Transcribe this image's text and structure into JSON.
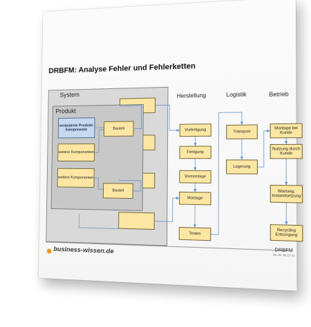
{
  "title": "DRBFM: Analyse Fehler und Fehlerketten",
  "system_label": "System",
  "produkt_label": "Produkt",
  "components": {
    "changed": "veränderte Produkt-komponente",
    "other1": "weitere Komponenten",
    "other2": "weitere Komponenten",
    "bauteil1": "Bauteil",
    "bauteil2": "Bauteil"
  },
  "columns": {
    "herstellung": "Herstellung",
    "logistik": "Logistik",
    "betrieb": "Betrieb"
  },
  "herstellung_steps": [
    "Vorfertigung",
    "Fertigung",
    "Vormontage",
    "Montage",
    "Testen"
  ],
  "logistik_steps": [
    "Transport",
    "Lagerung"
  ],
  "betrieb_steps": [
    "Montage bei Kunde",
    "Nutzung durch Kunde",
    "Wartung, Instandsetzung",
    "Recycling Entsorgung"
  ],
  "footer": {
    "brand": "business-wissen.de",
    "label": "DRBFM",
    "small": "Art.-Nr. 98.137.01"
  },
  "colors": {
    "box_yellow": "#fbe7a3",
    "box_blue": "#c6d9ee",
    "connector_blue": "#5b8fc7",
    "brand_orange": "#e8951b"
  }
}
